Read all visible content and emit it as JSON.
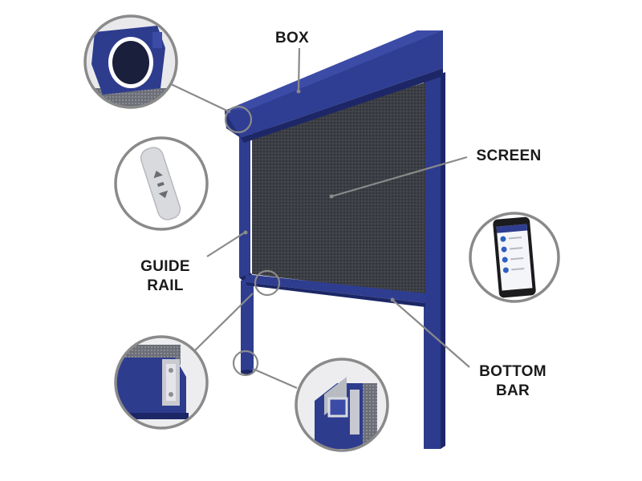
{
  "labels": {
    "box": "BOX",
    "screen": "SCREEN",
    "guide_rail_1": "GUIDE",
    "guide_rail_2": "RAIL",
    "bottom_bar_1": "BOTTOM",
    "bottom_bar_2": "BAR"
  },
  "colors": {
    "frame_blue": "#2b3a8c",
    "frame_dark": "#1c2766",
    "screen_mesh": "#3b3d44",
    "callout_ring": "#8a8a8a",
    "leader_line": "#8a8a8a"
  },
  "detail_callouts": [
    {
      "name": "box-cross-section",
      "icon": "box-profile-icon"
    },
    {
      "name": "remote-control",
      "icon": "remote-icon"
    },
    {
      "name": "smartphone-app",
      "icon": "phone-icon"
    },
    {
      "name": "guide-rail-profile",
      "icon": "rail-profile-icon"
    },
    {
      "name": "bottom-bar-profile",
      "icon": "bar-profile-icon"
    }
  ]
}
